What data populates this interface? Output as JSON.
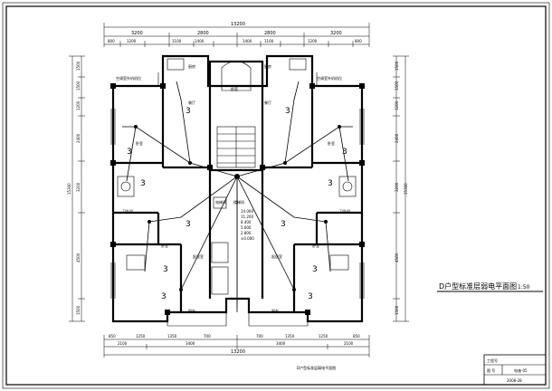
{
  "drawing": {
    "title": "D户型标准层弱电平面图",
    "scale": "1:50",
    "footer_title": "D户型标准层弱电平面图",
    "total_dimension": "13200",
    "total_dimension_bottom": "13200",
    "top_dims_row1": [
      "3200",
      "2800",
      "2800",
      "3200"
    ],
    "top_dims_row2": [
      "800",
      "1200",
      "1100",
      "1400",
      "1400",
      "1100",
      "1200",
      "800"
    ],
    "bottom_dims_row1": [
      "850",
      "1250",
      "1350",
      "700",
      "700",
      "1350",
      "1250",
      "850"
    ],
    "bottom_dims_row2": [
      "2100",
      "3400",
      "3400",
      "2100"
    ],
    "left_dims": [
      "1500",
      "1500",
      "1200",
      "2400",
      "3200",
      "4500",
      "1500"
    ],
    "left_total": "15300",
    "right_dims": [
      "1500",
      "1500",
      "1200",
      "2400",
      "3200",
      "4500",
      "1500"
    ],
    "right_total": "15300",
    "floor_numbers": [
      "14.000",
      "11.200",
      "8.400",
      "5.600",
      "2.800",
      "±0.000"
    ]
  },
  "rooms": {
    "kitchen_left": "厨房",
    "kitchen_right": "厨房",
    "dining_left": "餐厅",
    "dining_right": "餐厅",
    "bedroom_left": "卧室",
    "bedroom_right": "卧室",
    "bedroom_left2": "卧室",
    "bedroom_right2": "卧室",
    "bath_left": "卫生间",
    "bath_right": "卫生间",
    "living_left": "起居室",
    "living_right": "起居室",
    "balcony_left": "阳台",
    "balcony_right": "阳台",
    "elevator": "电梯间",
    "stair": "楼梯间",
    "stair_shaft": "前室",
    "ac_note_left": "空调室外机机位",
    "ac_note_right": "空调室外机机位"
  },
  "title_block": {
    "project_no_label": "工程号",
    "sheet_label": "图 号",
    "sheet_value": "电施-05",
    "date_value": "2008-28"
  }
}
